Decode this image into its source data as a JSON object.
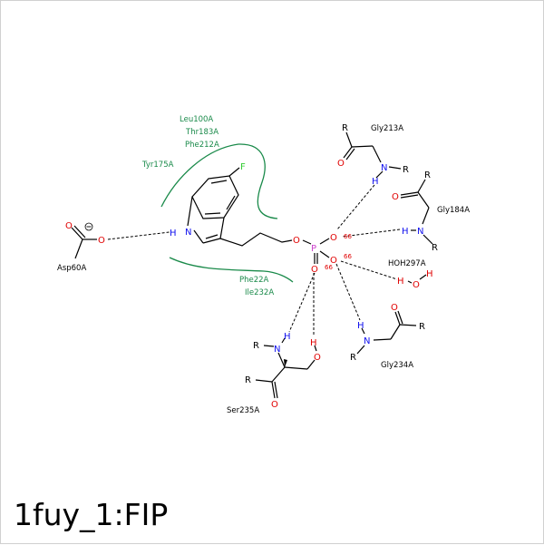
{
  "caption": "1fuy_1:FIP",
  "colors": {
    "bond": "#000000",
    "nitrogen": "#1010ee",
    "oxygen": "#e00000",
    "phosphorus": "#cc44cc",
    "fluorine": "#33cc33",
    "hydrophobic": "#1a8a4a",
    "hbond": "#000000"
  },
  "hydrophobic_labels": {
    "leu100": "Leu100A",
    "thr183": "Thr183A",
    "phe212": "Phe212A",
    "tyr175": "Tyr175A",
    "phe22": "Phe22A",
    "ile232": "Ile232A"
  },
  "residue_labels": {
    "gly213": "Gly213A",
    "gly184": "Gly184A",
    "hoh297": "HOH297A",
    "gly234": "Gly234A",
    "ser235": "Ser235A",
    "asp60": "Asp60A"
  },
  "atoms": {
    "o": "O",
    "n": "N",
    "h": "H",
    "p": "P",
    "f": "F",
    "r": "R",
    "minus": "−"
  },
  "distances": {
    "d1": "66",
    "d2": "66",
    "d3": "66"
  }
}
